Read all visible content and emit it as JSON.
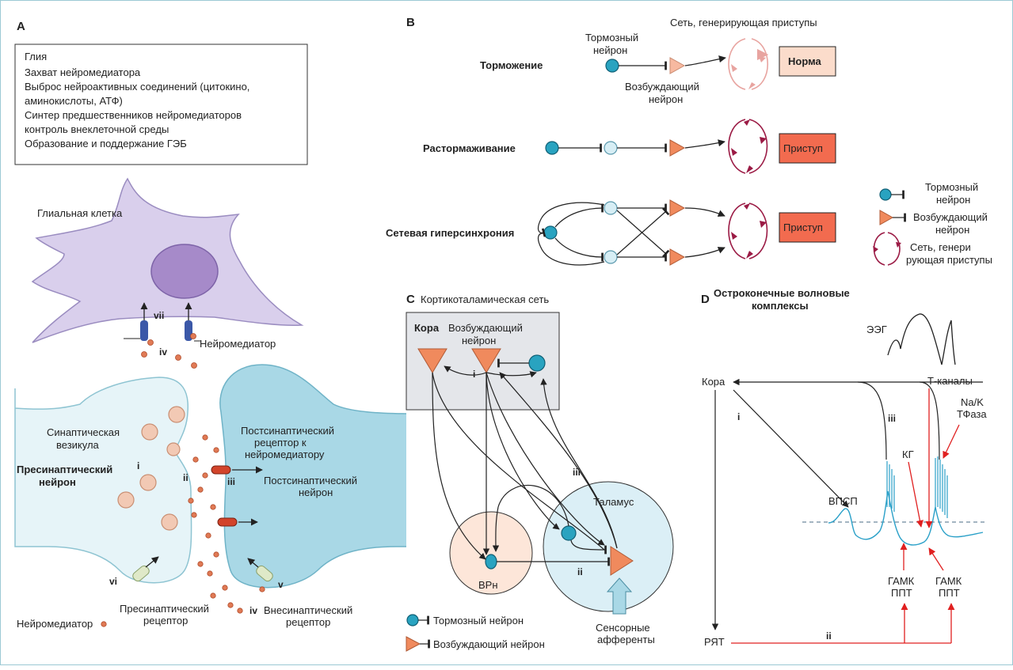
{
  "panels": {
    "A": {
      "letter": "A",
      "glia_box": {
        "title": "Глия",
        "lines": [
          "Захват нейромедиатора",
          "Выброс нейроактивных соединений (цитокино,",
          "аминокислоты, АТФ)",
          "Синтер предшественников нейромедиаторов",
          "контроль внеклеточной среды",
          "Образование и поддержание ГЭБ"
        ]
      },
      "glial_cell": "Глиальная клетка",
      "neurotransmitter_top": "Нейромедиатор",
      "synaptic_vesicle": [
        "Синаптическая",
        "везикула"
      ],
      "presynaptic_neuron": [
        "Пресинаптический",
        "нейрон"
      ],
      "postsynaptic_receptor": [
        "Постсинаптический",
        "рецептор к",
        "нейромедиатору"
      ],
      "postsynaptic_neuron": [
        "Постсинаптический",
        "нейрон"
      ],
      "presynaptic_receptor": [
        "Пресинаптический",
        "рецептор"
      ],
      "extrasynaptic_receptor": [
        "Внесинаптический",
        "рецептор"
      ],
      "neurotransmitter_bottom": "Нейромедиатор",
      "numerals": {
        "i": "i",
        "ii": "ii",
        "iii": "iii",
        "iv_top": "iv",
        "iv_bottom": "iv",
        "v": "v",
        "vi": "vi",
        "vii": "vii"
      }
    },
    "B": {
      "letter": "B",
      "network_title": "Сеть, генерирующая приступы",
      "inhibitory_label": [
        "Тормозный",
        "нейрон"
      ],
      "excitatory_label": [
        "Возбуждающий",
        "нейрон"
      ],
      "rows": [
        {
          "name": "Торможение",
          "result": "Норма"
        },
        {
          "name": "Растормаживание",
          "result": "Приступ"
        },
        {
          "name": "Сетевая гиперсинхрония",
          "result": "Приступ"
        }
      ],
      "legend": {
        "inhibitory": [
          "Тормозный",
          "нейрон"
        ],
        "excitatory": [
          "Возбуждающий",
          "нейрон"
        ],
        "network": [
          "Сеть, генери",
          "рующая приступы"
        ]
      }
    },
    "C": {
      "letter": "C",
      "title": "Кортикоталамическая сеть",
      "cortex": "Кора",
      "excitatory": [
        "Возбуждающий",
        "нейрон"
      ],
      "i": "i",
      "ii": "ii",
      "iii": "iii",
      "thalamus": "Таламус",
      "vrn": "ВРн",
      "sensory": [
        "Сенсорные",
        "афференты"
      ],
      "legend_inhibitory": "Тормозный нейрон",
      "legend_excitatory": "Возбуждающий нейрон"
    },
    "D": {
      "letter": "D",
      "title": [
        "Остроконечные волновые",
        "комплексы"
      ],
      "eeg": "ЭЭГ",
      "cortex": "Кора",
      "tchannels": "Т-каналы",
      "naK": [
        "Na/K",
        "ТФаза"
      ],
      "i": "i",
      "ii": "ii",
      "iii": "iii",
      "kg": "КГ",
      "vpsp": "ВПСП",
      "gaba1": [
        "ГАМК",
        "ППТ"
      ],
      "gaba2": [
        "ГАМК",
        "ППТ"
      ],
      "ryat": "РЯТ"
    }
  },
  "colors": {
    "glia": "#d9cfec",
    "nucleus": "#a68ac9",
    "presynaptic": "#e6f4f8",
    "postsynaptic": "#a9d8e6",
    "vesicle": "#f2c9b4",
    "excitatory": "#f08a5d",
    "inhibitory": "#29a3c0",
    "seizure": "#f26b4f",
    "norm": "#fbdccb",
    "network": "#9b1b45",
    "arrow_red": "#e02020",
    "trace": "#2aa0c8"
  }
}
